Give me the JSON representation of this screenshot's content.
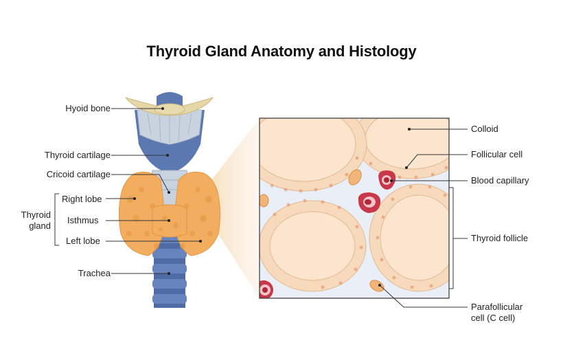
{
  "title": "Thyroid Gland Anatomy and Histology",
  "anatomy_labels": {
    "hyoid_bone": "Hyoid bone",
    "thyroid_cartilage": "Thyroid cartilage",
    "cricoid_cartilage": "Cricoid cartilage",
    "thyroid_gland_line1": "Thyroid",
    "thyroid_gland_line2": "gland",
    "right_lobe": "Right lobe",
    "isthmus": "Isthmus",
    "left_lobe": "Left lobe",
    "trachea": "Trachea"
  },
  "histology_labels": {
    "colloid": "Colloid",
    "follicular_cell": "Follicular cell",
    "blood_capillary": "Blood capillary",
    "thyroid_follicle": "Thyroid follicle",
    "parafollicular_line1": "Parafollicular",
    "parafollicular_line2": "cell (C cell)"
  },
  "colors": {
    "cartilage_blue": "#5b78b0",
    "cartilage_light": "#c9d3e0",
    "gland_orange": "#f2ad5f",
    "bone": "#e6d6a8",
    "colloid": "#fbe5cf",
    "cell": "#f7d9bc",
    "capillary": "#c8384a",
    "interstitium": "#e9eef7"
  }
}
